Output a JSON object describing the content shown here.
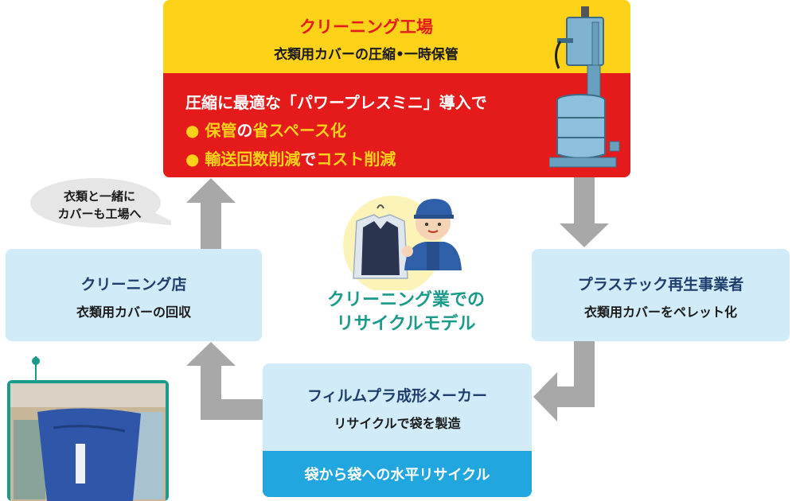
{
  "factory": {
    "title": "クリーニング工場",
    "subtitle": "衣類用カバーの圧縮•一時保管",
    "intro": "圧縮に最適な「パワープレスミニ」導入で",
    "bullet1_hl": "● 保管",
    "bullet1_mid": "の",
    "bullet1_hl2": "省スペース化",
    "bullet2_hl": "● 輸送回数削減",
    "bullet2_mid": "で",
    "bullet2_hl2": "コスト削減"
  },
  "shop": {
    "title": "クリーニング店",
    "subtitle": "衣類用カバーの回収"
  },
  "plastic": {
    "title": "プラスチック再生事業者",
    "subtitle": "衣類用カバーをペレット化"
  },
  "maker": {
    "title": "フィルムプラ成形メーカー",
    "subtitle": "リサイクルで袋を製造",
    "band": "袋から袋への水平リサイクル"
  },
  "bubble": {
    "line1": "衣類と一緒に",
    "line2": "カバーも工場へ"
  },
  "model": {
    "line1": "クリーニング業での",
    "line2": "リサイクルモデル"
  },
  "colors": {
    "yellow": "#ffd21a",
    "red": "#e51a1a",
    "light_blue": "#d2ebf8",
    "blue_band": "#22a6e0",
    "arrow_gray": "#a8a8a8",
    "teal": "#1b9a8a"
  }
}
